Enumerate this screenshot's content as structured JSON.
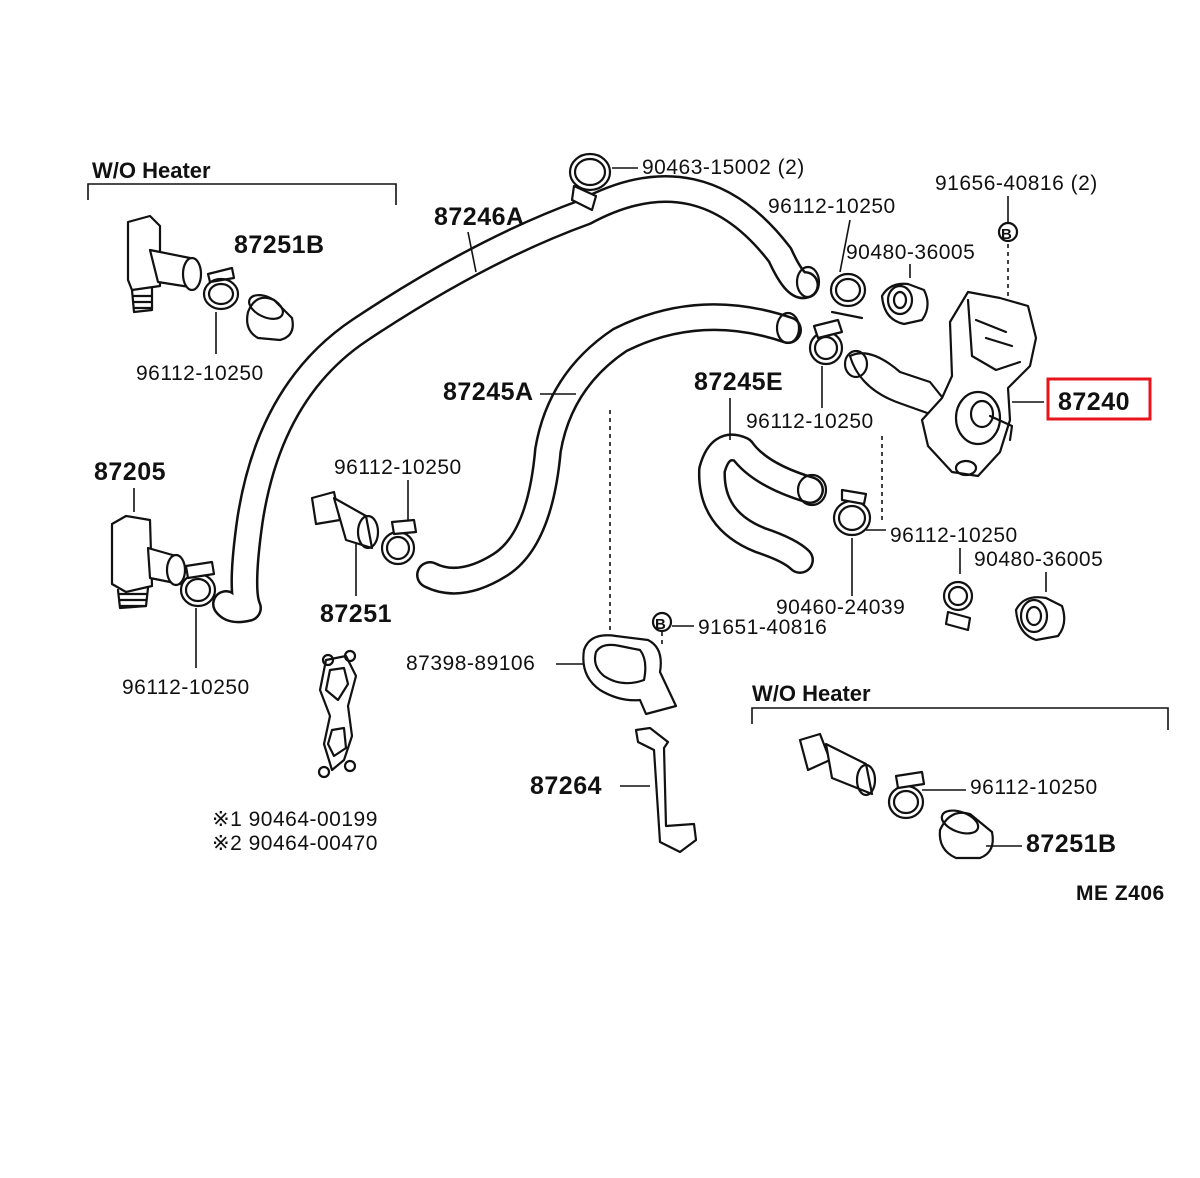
{
  "groups": {
    "wo_heater_top": "W/O Heater",
    "wo_heater_bottom": "W/O Heater"
  },
  "parts": {
    "p87246A": "87246A",
    "p87245A": "87245A",
    "p87245E": "87245E",
    "p87240": "87240",
    "p87251B_top": "87251B",
    "p87251B_bottom": "87251B",
    "p87205": "87205",
    "p87251": "87251",
    "p87264": "87264"
  },
  "numbers": {
    "n90463": "90463-15002 (2)",
    "n91656": "91656-40816 (2)",
    "n96112_a": "96112-10250",
    "n90480_a": "90480-36005",
    "n96112_b": "96112-10250",
    "n96112_c": "96112-10250",
    "n96112_d": "96112-10250",
    "n96112_e": "96112-10250",
    "n90480_b": "90480-36005",
    "n90460": "90460-24039",
    "n91651": "91651-40816",
    "n87398": "87398-89106",
    "n96112_f": "96112-10250",
    "n96112_g": "96112-10250",
    "n90464_1": "※1 90464-00199",
    "n90464_2": "※2 90464-00470"
  },
  "markers": {
    "b_top": "B",
    "b_mid": "B"
  },
  "diagram_code": "ME Z406",
  "highlight_color": "#e8141c"
}
